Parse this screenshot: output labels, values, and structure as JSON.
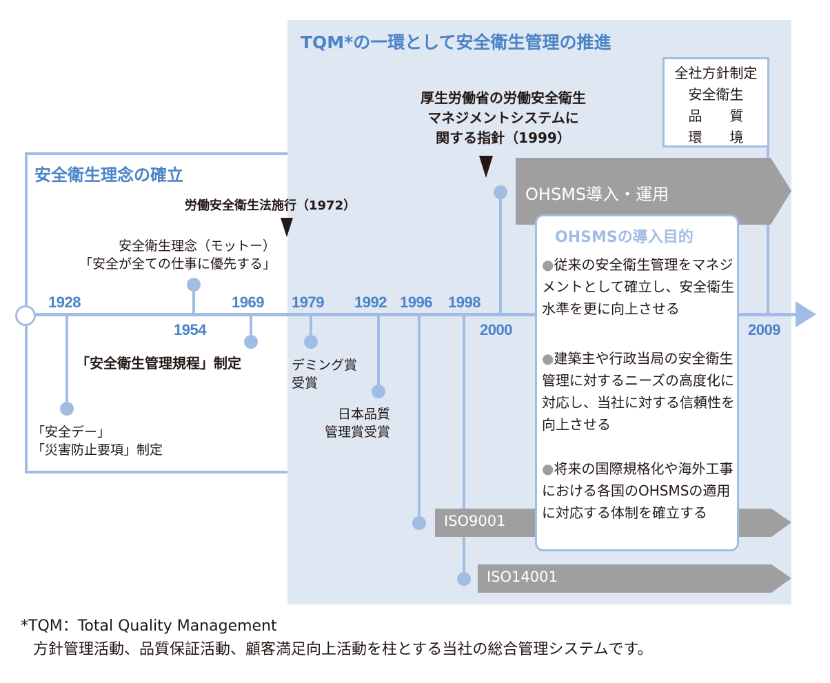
{
  "colors": {
    "accent_blue": "#4a83c6",
    "timeline_blue": "#a2bde3",
    "panel_bg": "#dfe7f3",
    "arrow_gray": "#9f9f9f",
    "text": "#231815"
  },
  "tqm_panel": {
    "title": "TQM*の一環として安全衛生管理の推進"
  },
  "phase1": {
    "title": "安全衛生理念の確立"
  },
  "timeline": {
    "years": [
      "1928",
      "1954",
      "1969",
      "1979",
      "1992",
      "1996",
      "1998",
      "2000",
      "2009"
    ]
  },
  "events": {
    "e1928": [
      "「安全デー」",
      "「災害防止要項」制定"
    ],
    "e1954": [
      "安全衛生理念（モットー）",
      "「安全が全ての仕事に優先する」"
    ],
    "e1969": "「安全衛生管理規程」制定",
    "e1972": "労働安全衛生法施行（1972）",
    "e1979": [
      "デミング賞",
      "受賞"
    ],
    "e1992": [
      "日本品質",
      "管理賞受賞"
    ],
    "e1999": [
      "厚生労働省の労働安全衛生",
      "マネジメントシステムに",
      "関する指針（1999）"
    ]
  },
  "arrows": {
    "ohsms": "OHSMS導入・運用",
    "iso9001": "ISO9001",
    "iso14001": "ISO14001"
  },
  "policy_box": {
    "lines": [
      "全社方針制定",
      "安全衛生",
      "品　　質",
      "環　　境"
    ]
  },
  "purpose": {
    "title": "OHSMSの導入目的",
    "bullet_symbol": "●",
    "items": [
      "従来の安全衛生管理をマネジメントとして確立し、安全衛生水準を更に向上させる",
      "建築主や行政当局の安全衛生管理に対するニーズの高度化に対応し、当社に対する信頼性を向上させる",
      "将来の国際規格化や海外工事における各国のOHSMSの適用に対応する体制を確立する"
    ]
  },
  "footnote": {
    "line1": "*TQM：Total Quality Management",
    "line2": "方針管理活動、品質保証活動、顧客満足向上活動を柱とする当社の総合管理システムです。"
  }
}
